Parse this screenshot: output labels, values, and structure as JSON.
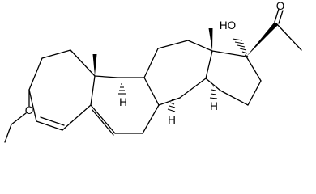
{
  "molecule": {
    "atom_labels": {
      "hydroxyl": "HO",
      "ketone_oxygen": "O",
      "ether_oxygen": "O",
      "h8": "H",
      "h9": "H",
      "h14": "H"
    }
  }
}
